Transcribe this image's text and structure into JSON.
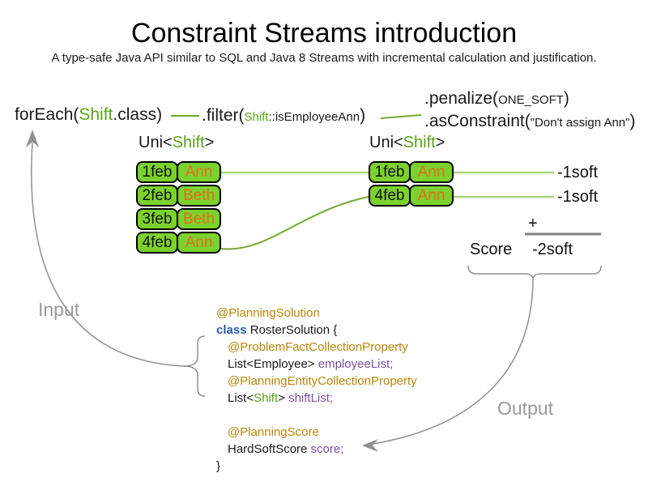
{
  "title": "Constraint Streams introduction",
  "subtitle": "A type-safe Java API similar to SQL and Java 8 Streams with incremental calculation and justification.",
  "pipeline": {
    "foreach": {
      "pre": "forEach(",
      "type": "Shift",
      "post": ".class)"
    },
    "filter": {
      "pre": ".filter(",
      "type": "Shift",
      "method": "::isEmployeeAnn",
      "post": ")"
    },
    "penalize": {
      "pre": ".penalize(",
      "arg": "ONE_SOFT",
      "post": ")"
    },
    "as_constraint": {
      "pre": ".asConstraint(",
      "arg": "\"Don't assign Ann\"",
      "post": ")"
    }
  },
  "streams": {
    "left": {
      "label": {
        "pre": "Uni<",
        "type": "Shift",
        "post": ">"
      },
      "rows": [
        {
          "date": "1feb",
          "employee": "Ann"
        },
        {
          "date": "2feb",
          "employee": "Beth"
        },
        {
          "date": "3feb",
          "employee": "Beth"
        },
        {
          "date": "4feb",
          "employee": "Ann"
        }
      ]
    },
    "right": {
      "label": {
        "pre": "Uni<",
        "type": "Shift",
        "post": ">"
      },
      "rows": [
        {
          "date": "1feb",
          "employee": "Ann"
        },
        {
          "date": "4feb",
          "employee": "Ann"
        }
      ]
    }
  },
  "score_panel": {
    "penalty1": "-1soft",
    "penalty2": "-1soft",
    "plus": "+",
    "score_label": "Score",
    "total": "-2soft"
  },
  "labels": {
    "input": "Input",
    "output": "Output"
  },
  "code": {
    "l1": "@PlanningSolution",
    "l2a": "class ",
    "l2b": "RosterSolution {",
    "l3": "@ProblemFactCollectionProperty",
    "l4a": "List<Employee> ",
    "l4b": "employeeList;",
    "l5": "@PlanningEntityCollectionProperty",
    "l6a": "List<",
    "l6b": "Shift",
    "l6c": "> ",
    "l6d": "shiftList;",
    "l8": "@PlanningScore",
    "l9a": "HardSoftScore ",
    "l9b": "score;",
    "l10": "}"
  },
  "colors": {
    "text": "#1a1a1a",
    "green_text": "#5aa41a",
    "box_green": "#7bd12d",
    "orange": "#e0711c",
    "annotation_brown": "#b8860b",
    "keyword_blue": "#2a5caa",
    "field_purple": "#7a52a0",
    "gray": "#909090",
    "light_green_line": "#a9d479",
    "green_line": "#76a832"
  }
}
